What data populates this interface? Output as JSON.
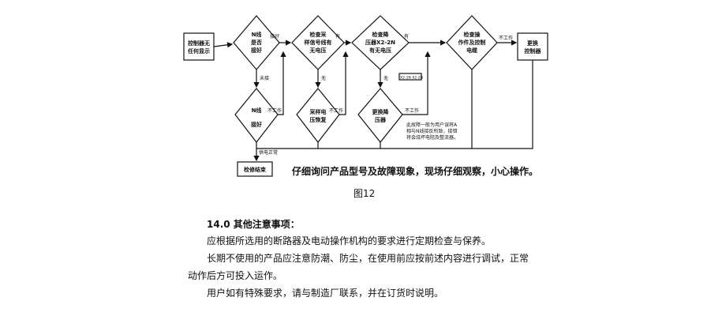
{
  "flowchart": {
    "nodes": {
      "start": [
        "控制器无",
        "任何显示"
      ],
      "d1": [
        "N线",
        "是否",
        "接好"
      ],
      "d2": [
        "检查采",
        "样信号线有",
        "无电压"
      ],
      "d3": [
        "检查降",
        "压器X2-2N",
        "有无电压"
      ],
      "d4": [
        "检查操",
        "作件及控制",
        "电缆"
      ],
      "replace": [
        "更换",
        "控制器"
      ],
      "d5": [
        "N线",
        "接好"
      ],
      "d6": [
        "采样电",
        "压恢复"
      ],
      "d7": [
        "更换降",
        "压器"
      ],
      "end": [
        "检修结束"
      ]
    },
    "edge_labels": {
      "d1_right": "接好",
      "d1_down": "未接",
      "d2_right": "有",
      "d2_down": "无",
      "d3_right": "有",
      "d3_down": "无",
      "d4_right": "不工作",
      "d5_right": "不工作",
      "d5_down": "供电正常",
      "d6_right": "不工作",
      "d7_right": "不工作"
    },
    "small_box": "X2-1N  X2-2N",
    "note": [
      "此故障一般为用户误将A",
      "相与N线接反所致，接错",
      "将会烧坏电阻及整流器。"
    ]
  },
  "caption": "仔细询问产品型号及故障现象，现场仔细观察，小心操作。",
  "figure_label": "图12",
  "section_title": "14.0 其他注意事项：",
  "paragraphs": [
    "应根据所选用的断路器及电动操作机构的要求进行定期检查与保养。",
    "长期不使用的产品应注意防潮、防尘，在使用前应按前述内容进行调试，正常",
    "动作后方可投入运作。",
    "用户如有特殊要求，请与制造厂联系，并在订货时说明。"
  ]
}
